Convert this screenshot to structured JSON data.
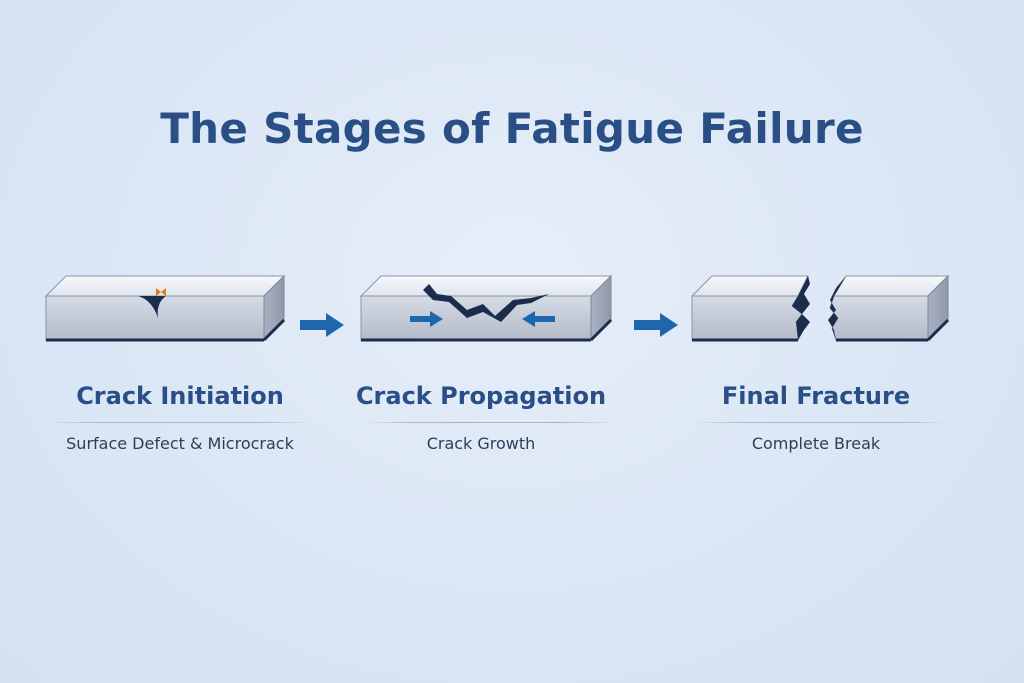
{
  "title": "The Stages of Fatigue Failure",
  "stages": [
    {
      "title": "Crack Initiation",
      "subtitle": "Surface Defect & Microcrack"
    },
    {
      "title": "Crack Propagation",
      "subtitle": "Crack Growth"
    },
    {
      "title": "Final Fracture",
      "subtitle": "Complete Break"
    }
  ],
  "colors": {
    "heading": "#2a4f86",
    "arrow": "#1f67ad",
    "crack": "#1b2c4c",
    "defect_marker": "#e07a1f",
    "background": "#dde8f6"
  },
  "icons": [
    "flow-arrow-right",
    "defect-marker",
    "compression-arrow-right",
    "compression-arrow-left"
  ]
}
